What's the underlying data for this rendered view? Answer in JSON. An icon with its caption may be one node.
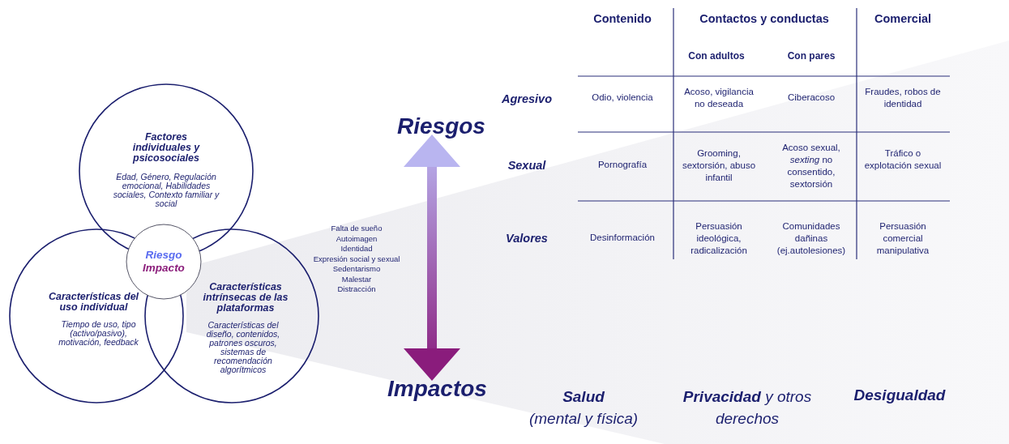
{
  "diagram": {
    "nodes": [
      {
        "text": [
          "Factores individuales y psicosociales",
          "Edad, Género, Regulación emocional, Habilidades sociales, Contexto familiar y social"
        ]
      },
      {
        "text": [
          "Características del uso individual",
          "Tiempo de uso, tipo (activo/pasivo), motivación, feedback"
        ]
      },
      {
        "text": [
          "Características intrínsecas de las plataformas",
          "Características del diseño, contenidos, patrones oscuros, sistemas de recomendación algorítmicos"
        ]
      },
      {
        "text": [
          "Riesgo",
          "Impacto"
        ]
      },
      {
        "text": [
          "Riesgos"
        ]
      },
      {
        "text": [
          "Impactos"
        ]
      }
    ],
    "edges": [
      {
        "from": 4,
        "to": 5,
        "arrow": "both"
      }
    ],
    "labels": [
      "Falta de sueño",
      "Autoimagen",
      "Identidad",
      "Expresión social y sexual",
      "Sedentarismo",
      "Malestar",
      "Distracción",
      "Contenido",
      "Contactos y conductas",
      "Comercial",
      "Con adultos",
      "Con pares",
      "Agresivo",
      "Odio, violencia",
      "Acoso, vigilancia no deseada",
      "Ciberacoso",
      "Fraudes, robos de identidad",
      "Sexual",
      "Pornografía",
      "Grooming, sextorsión, abuso infantil",
      "Acoso sexual, *sexting* no consentido, sextorsión",
      "Tráfico o explotación sexual",
      "Valores",
      "Desinformación",
      "Persuasión ideológica, radicalización",
      "Comunidades dañinas (ej.autolesiones)",
      "Persuasión comercial manipulativa",
      "**Salud** (mental y física)",
      "**Privacidad** y otros derechos",
      "Desigualdad"
    ]
  }
}
